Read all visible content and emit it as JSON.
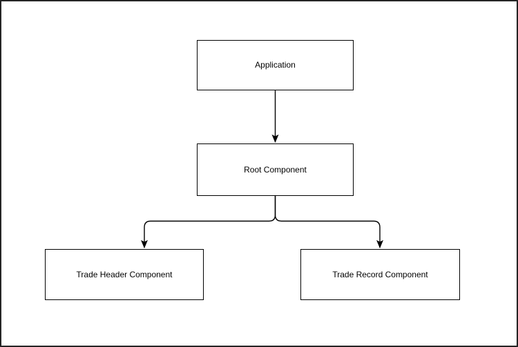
{
  "diagram": {
    "nodes": [
      {
        "id": "application",
        "label": "Application"
      },
      {
        "id": "root",
        "label": "Root Component"
      },
      {
        "id": "trade-header",
        "label": "Trade Header Component"
      },
      {
        "id": "trade-record",
        "label": "Trade Record Component"
      }
    ],
    "edges": [
      {
        "from": "Application",
        "to": "Root Component"
      },
      {
        "from": "Root Component",
        "to": "Trade Header Component"
      },
      {
        "from": "Root Component",
        "to": "Trade Record Component"
      }
    ],
    "colors": {
      "stroke": "#000000",
      "node_fill": "#ffffff",
      "background": "#ffffff",
      "frame": "#242424"
    }
  }
}
